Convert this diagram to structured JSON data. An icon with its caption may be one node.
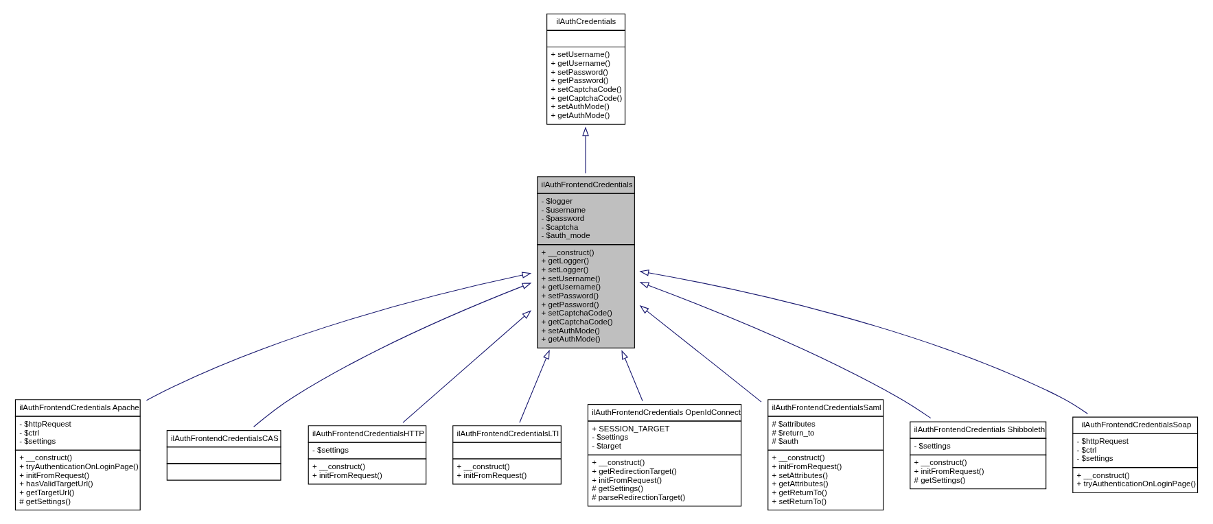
{
  "diagram": {
    "nodes": [
      {
        "text": [
          "ilAuthCredentials",
          "+ setUsername() + getUsername() + setPassword() + getPassword() + setCaptchaCode() + getCaptchaCode() + setAuthMode() + getAuthMode()"
        ]
      },
      {
        "text": [
          "ilAuthFrontendCredentials",
          "- $logger - $username - $password - $captcha - $auth_mode",
          "+ __construct() + getLogger() + setLogger() + setUsername() + getUsername() + setPassword() + getPassword() + setCaptchaCode() + getCaptchaCode() + setAuthMode() + getAuthMode()"
        ]
      },
      {
        "text": [
          "ilAuthFrontendCredentials Apache",
          "- $httpRequest - $ctrl - $settings",
          "+ __construct() + tryAuthenticationOnLoginPage() + initFromRequest() + hasValidTargetUrl() + getTargetUrl() # getSettings()"
        ]
      },
      {
        "text": [
          "ilAuthFrontendCredentialsCAS"
        ]
      },
      {
        "text": [
          "ilAuthFrontendCredentialsHTTP",
          "- $settings",
          "+ __construct() + initFromRequest()"
        ]
      },
      {
        "text": [
          "ilAuthFrontendCredentialsLTI",
          "+ __construct() + initFromRequest()"
        ]
      },
      {
        "text": [
          "ilAuthFrontendCredentials OpenIdConnect",
          "+ SESSION_TARGET - $settings - $target",
          "+ __construct() + getRedirectionTarget() + initFromRequest() # getSettings() # parseRedirectionTarget()"
        ]
      },
      {
        "text": [
          "ilAuthFrontendCredentialsSaml",
          "# $attributes # $return_to # $auth",
          "+ __construct() + initFromRequest() + setAttributes() + getAttributes() + getReturnTo() + setReturnTo()"
        ]
      },
      {
        "text": [
          "ilAuthFrontendCredentials Shibboleth",
          "- $settings",
          "+ __construct() + initFromRequest() # getSettings()"
        ]
      },
      {
        "text": [
          "ilAuthFrontendCredentialsSoap",
          "- $httpRequest - $ctrl - $settings",
          "+ __construct() + tryAuthenticationOnLoginPage()"
        ]
      }
    ],
    "edges": [
      {
        "from": 1,
        "to": 0,
        "arrow": "to"
      },
      {
        "from": 2,
        "to": 1,
        "arrow": "to"
      },
      {
        "from": 3,
        "to": 1,
        "arrow": "to"
      },
      {
        "from": 4,
        "to": 1,
        "arrow": "to"
      },
      {
        "from": 5,
        "to": 1,
        "arrow": "to"
      },
      {
        "from": 6,
        "to": 1,
        "arrow": "to"
      },
      {
        "from": 7,
        "to": 1,
        "arrow": "to"
      },
      {
        "from": 8,
        "to": 1,
        "arrow": "to"
      },
      {
        "from": 9,
        "to": 1,
        "arrow": "to"
      }
    ]
  }
}
